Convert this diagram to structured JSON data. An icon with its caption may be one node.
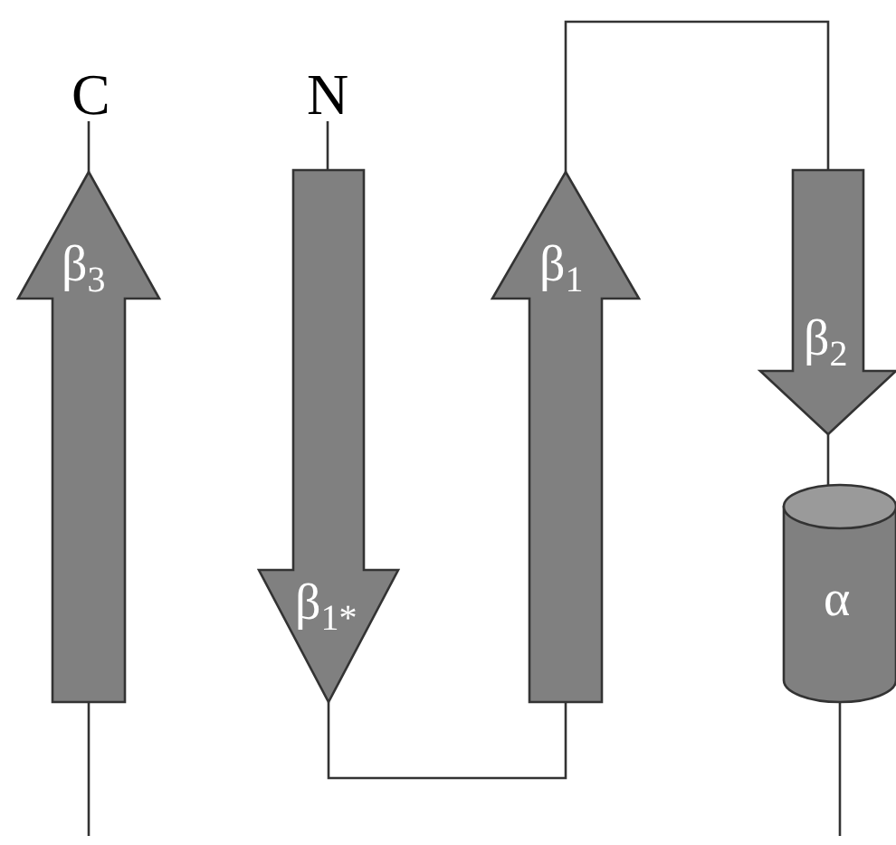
{
  "diagram": {
    "nodes": [
      {
        "text": [
          "C"
        ]
      },
      {
        "text": [
          "N"
        ]
      },
      {
        "text": [
          "β$_{3}$"
        ]
      },
      {
        "text": [
          "β$_{1*}$"
        ]
      },
      {
        "text": [
          "β$_{1}$"
        ]
      },
      {
        "text": [
          "β$_{2}$"
        ]
      },
      {
        "text": [
          "α"
        ]
      }
    ],
    "edges": [
      {
        "from": 2,
        "to": 0,
        "arrow": "none"
      },
      {
        "from": 1,
        "to": 3,
        "arrow": "none"
      },
      {
        "from": 3,
        "to": 4,
        "arrow": "none"
      },
      {
        "from": 4,
        "to": 5,
        "arrow": "none"
      },
      {
        "from": 5,
        "to": 6,
        "arrow": "none"
      },
      {
        "from": 6,
        "to": null,
        "arrow": "none"
      },
      {
        "from": null,
        "to": 2,
        "arrow": "none"
      }
    ]
  }
}
